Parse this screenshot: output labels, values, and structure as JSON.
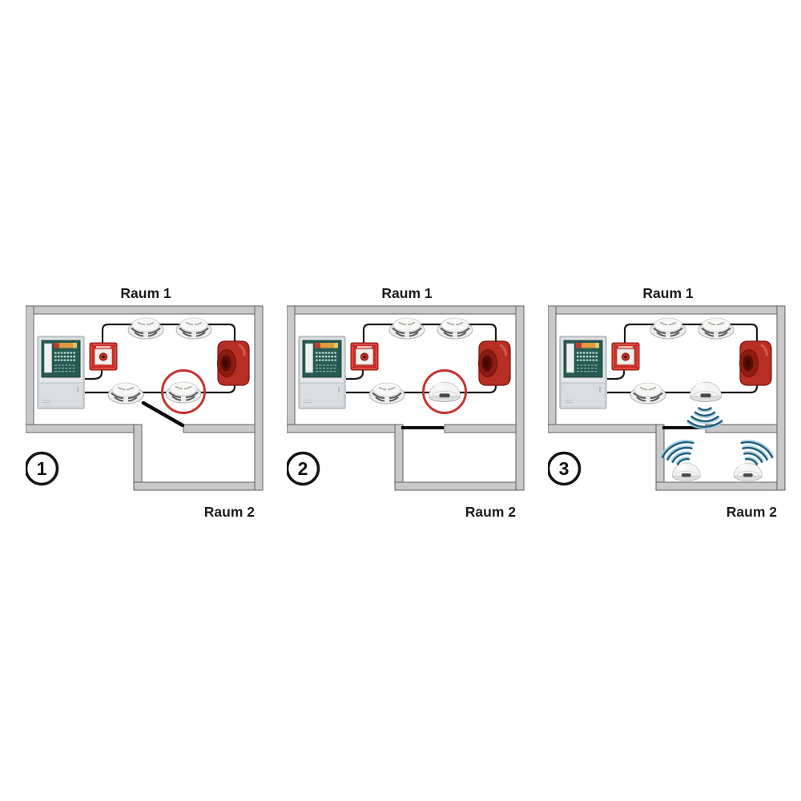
{
  "panels": [
    {
      "number": "1",
      "room_top_label": "Raum 1",
      "room_bottom_label": "Raum 2",
      "door_state": "open",
      "highlighted_device": "point-smoke-detector-circled"
    },
    {
      "number": "2",
      "room_top_label": "Raum 1",
      "room_bottom_label": "Raum 2",
      "door_state": "closed",
      "highlighted_device": "radio-smoke-detector-circled"
    },
    {
      "number": "3",
      "room_top_label": "Raum 1",
      "room_bottom_label": "Raum 2",
      "door_state": "closed",
      "highlighted_device": "radio-smoke-detectors-with-radio-waves"
    }
  ],
  "icons": [
    "fire-alarm-control-panel-icon",
    "manual-call-point-icon",
    "smoke-detector-icon",
    "radio-smoke-detector-icon",
    "alarm-sounder-icon",
    "radio-waves-icon",
    "door-icon",
    "highlight-circle-icon",
    "step-number-badge"
  ],
  "colors": {
    "wall_gray": "#c9c9c9",
    "wire_black": "#1a1a1a",
    "highlight_red": "#c5342f",
    "device_red": "#b72f24",
    "panel_green": "#275a52",
    "wave_dark_blue": "#1f5d7c",
    "wave_light_blue": "#a6d2e4"
  }
}
